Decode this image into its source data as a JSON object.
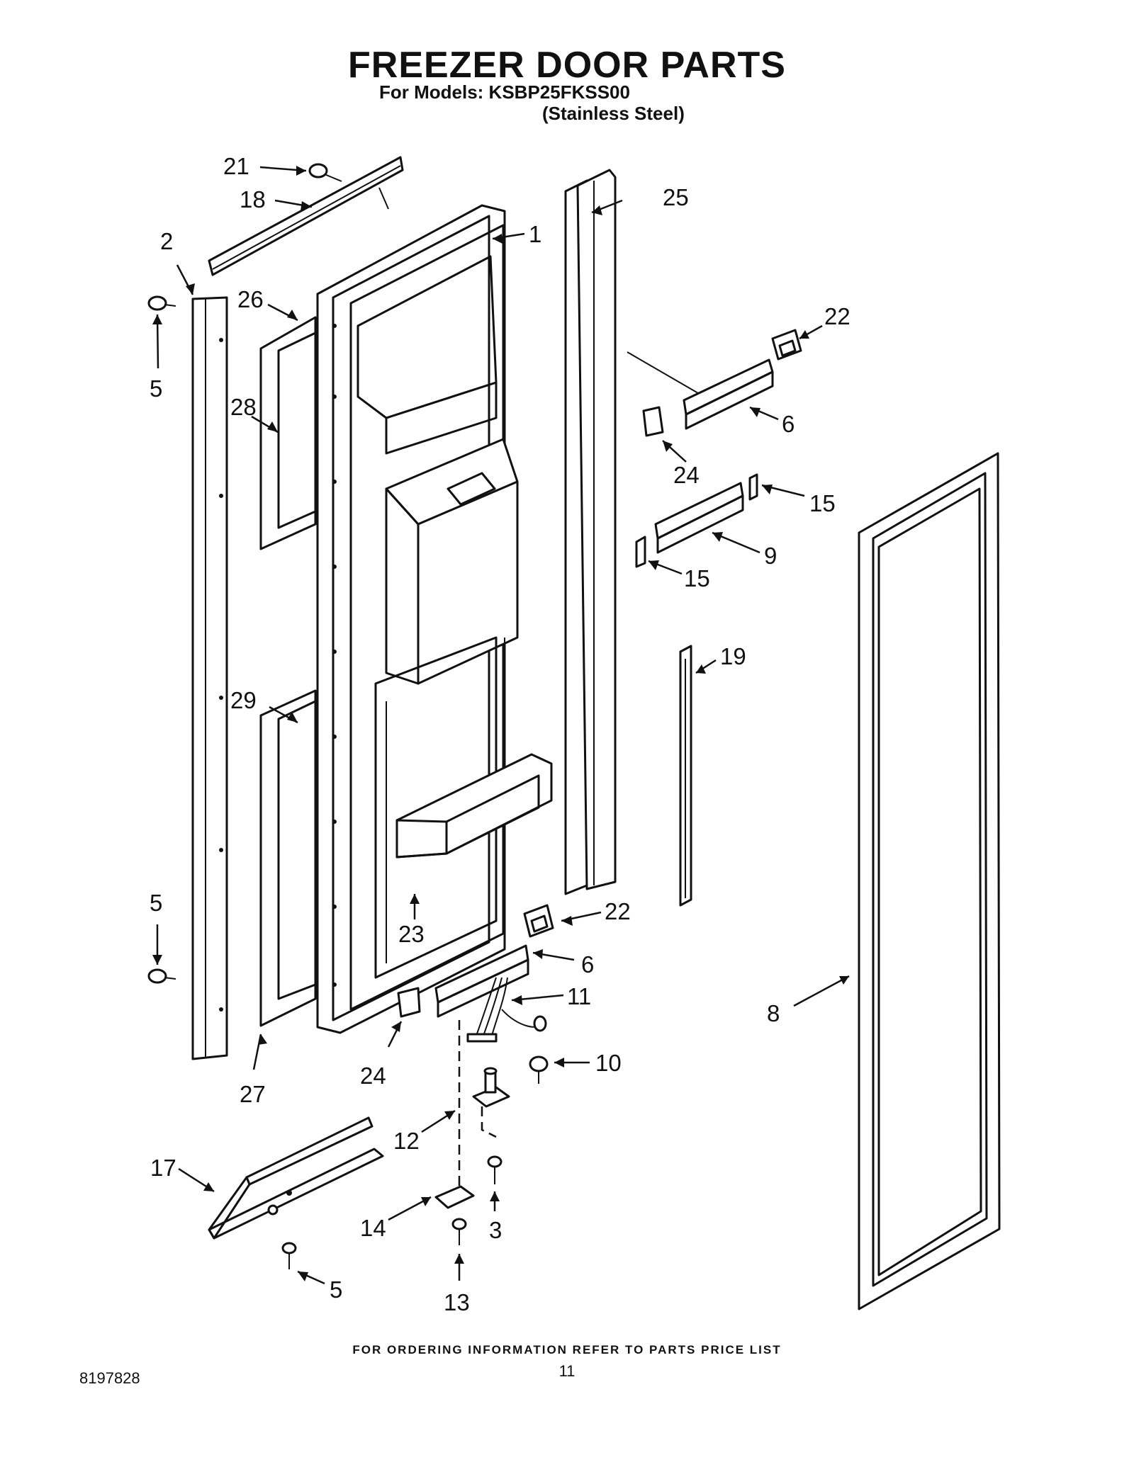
{
  "header": {
    "title": "FREEZER DOOR PARTS",
    "models_line": "For Models: KSBP25FKSS00",
    "finish_line": "(Stainless Steel)"
  },
  "callouts": [
    "21",
    "18",
    "25",
    "1",
    "2",
    "26",
    "22",
    "5",
    "28",
    "6",
    "24",
    "15",
    "9",
    "15",
    "19",
    "29",
    "5",
    "22",
    "23",
    "6",
    "11",
    "8",
    "10",
    "24",
    "27",
    "12",
    "17",
    "3",
    "14",
    "5",
    "13"
  ],
  "footer": {
    "ordering_note": "FOR ORDERING INFORMATION REFER TO PARTS PRICE LIST",
    "doc_number": "8197828",
    "page_number": "11"
  }
}
